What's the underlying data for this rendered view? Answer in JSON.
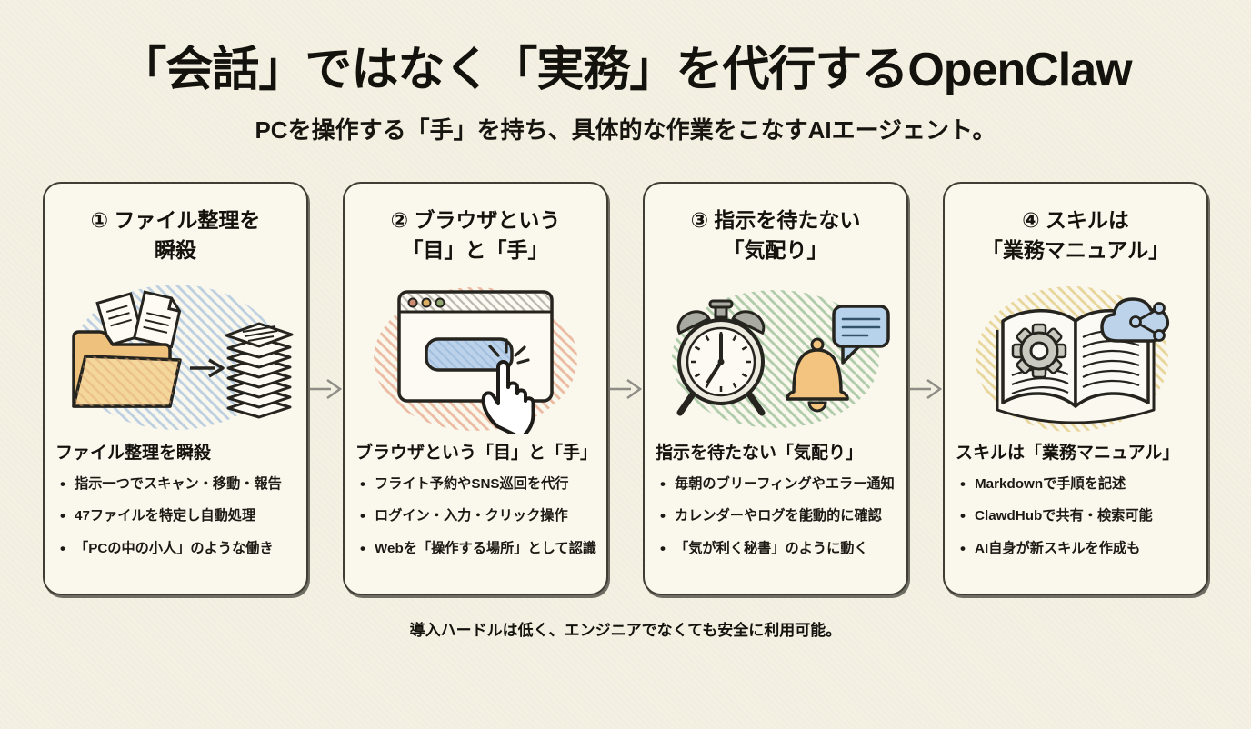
{
  "page": {
    "title": "「会話」ではなく「実務」を代行するOpenClaw",
    "subtitle": "PCを操作する「手」を持ち、具体的な作業をこなすAIエージェント。",
    "footer": "導入ハードルは低く、エンジニアでなくても安全に利用可能。"
  },
  "cards": [
    {
      "id": "file-organizing",
      "heading_line1": "① ファイル整理を",
      "heading_line2": "瞬殺",
      "icon": "folder-to-stack-icon",
      "subheading": "ファイル整理を瞬殺",
      "bullets": [
        "指示一つでスキャン・移動・報告",
        "47ファイルを特定し自動処理",
        "「PCの中の小人」のような働き"
      ]
    },
    {
      "id": "browser-eyes-hands",
      "heading_line1": "② ブラウザという",
      "heading_line2": "「目」と「手」",
      "icon": "browser-click-icon",
      "subheading": "ブラウザという「目」と「手」",
      "bullets": [
        "フライト予約やSNS巡回を代行",
        "ログイン・入力・クリック操作",
        "Webを「操作する場所」として認識"
      ]
    },
    {
      "id": "proactive-care",
      "heading_line1": "③ 指示を待たない",
      "heading_line2": "「気配り」",
      "icon": "alarm-clock-bell-icon",
      "subheading": "指示を待たない「気配り」",
      "bullets": [
        "毎朝のブリーフィングやエラー通知",
        "カレンダーやログを能動的に確認",
        "「気が利く秘書」のように動く"
      ]
    },
    {
      "id": "skills-manual",
      "heading_line1": "④ スキルは",
      "heading_line2": "「業務マニュアル」",
      "icon": "book-cloud-icon",
      "subheading": "スキルは「業務マニュアル」",
      "bullets": [
        "Markdownで手順を記述",
        "ClawdHubで共有・検索可能",
        "AI自身が新スキルを作成も"
      ]
    }
  ],
  "colors": {
    "background": "#f4f0e2",
    "card_background": "#faf7ed",
    "card_border": "#403d35",
    "text": "#14120d",
    "flow_arrow": "#8f8e86",
    "hatch_blue": "#abc5de",
    "hatch_red": "#e7ab8e",
    "hatch_green": "#9cc199",
    "hatch_yellow": "#e3cd85",
    "folder_tan": "#f2d094",
    "button_blue": "#bcd2ea",
    "bell_orange": "#f3c47f",
    "bubble_blue": "#b7d3ec",
    "cloud_blue": "#bcd3ea"
  }
}
